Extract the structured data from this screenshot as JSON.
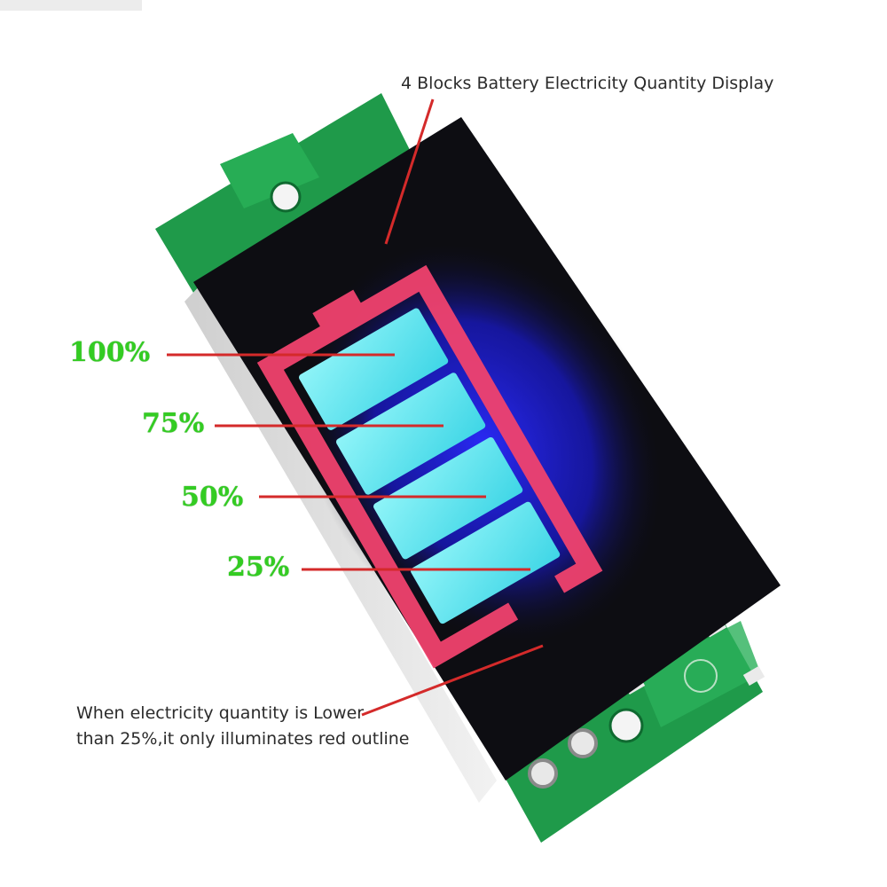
{
  "labels": {
    "title": "4 Blocks Battery Electricity Quantity Display",
    "bottom_line1": "When electricity quantity is Lower",
    "bottom_line2": "than 25%,it only illuminates red outline"
  },
  "levels": [
    {
      "label": "100%"
    },
    {
      "label": "75%"
    },
    {
      "label": "50%"
    },
    {
      "label": "25%"
    }
  ],
  "colors": {
    "pcb_green": "#1f9a4a",
    "display_black": "#0d0d12",
    "outline_red": "#f0426e",
    "block_cyan": "#5fe8f0",
    "block_glow_blue": "#1a1ae0",
    "pointer_red": "#d42a2a",
    "percent_green": "#33cc22"
  },
  "icons": {
    "battery": "battery-icon",
    "mounting_hole": "mounting-hole-icon"
  }
}
